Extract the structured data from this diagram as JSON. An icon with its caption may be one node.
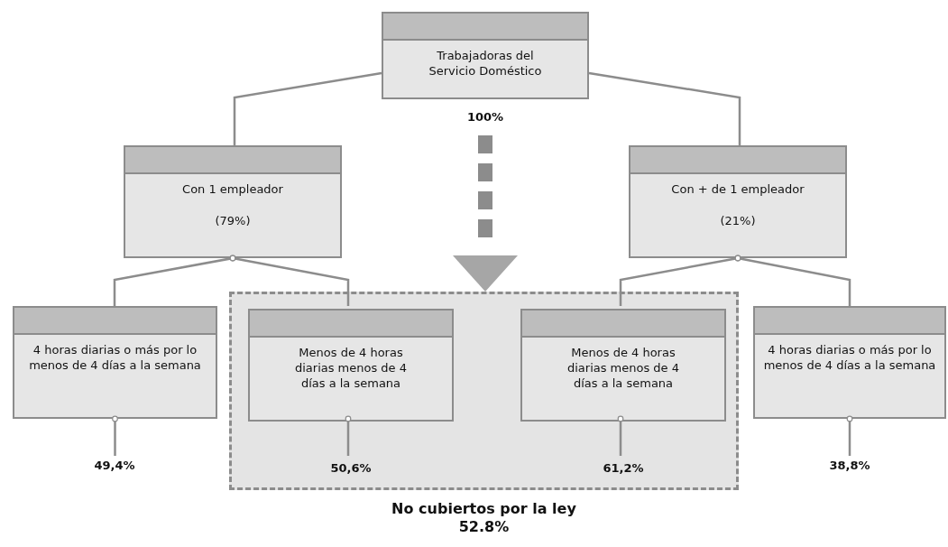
{
  "diagram": {
    "nodes": [
      {
        "text": [
          "Trabajadoras del Servicio Doméstico"
        ],
        "beside": [
          "100%"
        ]
      },
      {
        "text": [
          "Con 1 empleador",
          "(79%)"
        ]
      },
      {
        "text": [
          "Con + de 1 empleador",
          "(21%)"
        ]
      },
      {
        "text": [
          "No cubiertos por la ley",
          "52.8%"
        ]
      },
      {
        "text": [
          "4 horas diarias o más por lo menos de 4 días a la semana"
        ]
      },
      {
        "text": [
          "Menos de 4 horas diarias menos de 4 días a la semana"
        ],
        "in": 3
      },
      {
        "text": [
          "Menos de 4 horas diarias menos de 4 días a la semana"
        ],
        "in": 3
      },
      {
        "text": [
          "4 horas diarias o más por lo menos de 4 días a la semana"
        ]
      },
      {
        "text": [
          "49,4%"
        ]
      },
      {
        "text": [
          "50,6%"
        ],
        "in": 3
      },
      {
        "text": [
          "61,2%"
        ],
        "in": 3
      },
      {
        "text": [
          "38,8%"
        ]
      }
    ],
    "edges": [
      {
        "from": 0,
        "to": 1,
        "arrow": "none"
      },
      {
        "from": 0,
        "to": 2,
        "arrow": "none"
      },
      {
        "from": 1,
        "to": 4,
        "arrow": "other"
      },
      {
        "from": 1,
        "to": 5,
        "arrow": "other"
      },
      {
        "from": 2,
        "to": 6,
        "arrow": "other"
      },
      {
        "from": 2,
        "to": 7,
        "arrow": "other"
      },
      {
        "from": 4,
        "to": 8,
        "arrow": "other"
      },
      {
        "from": 5,
        "to": 9,
        "arrow": "other"
      },
      {
        "from": 6,
        "to": 10,
        "arrow": "other"
      },
      {
        "from": 7,
        "to": 11,
        "arrow": "other"
      },
      {
        "from": 0,
        "to": 3,
        "arrow": "to",
        "style": "dashed"
      }
    ]
  }
}
